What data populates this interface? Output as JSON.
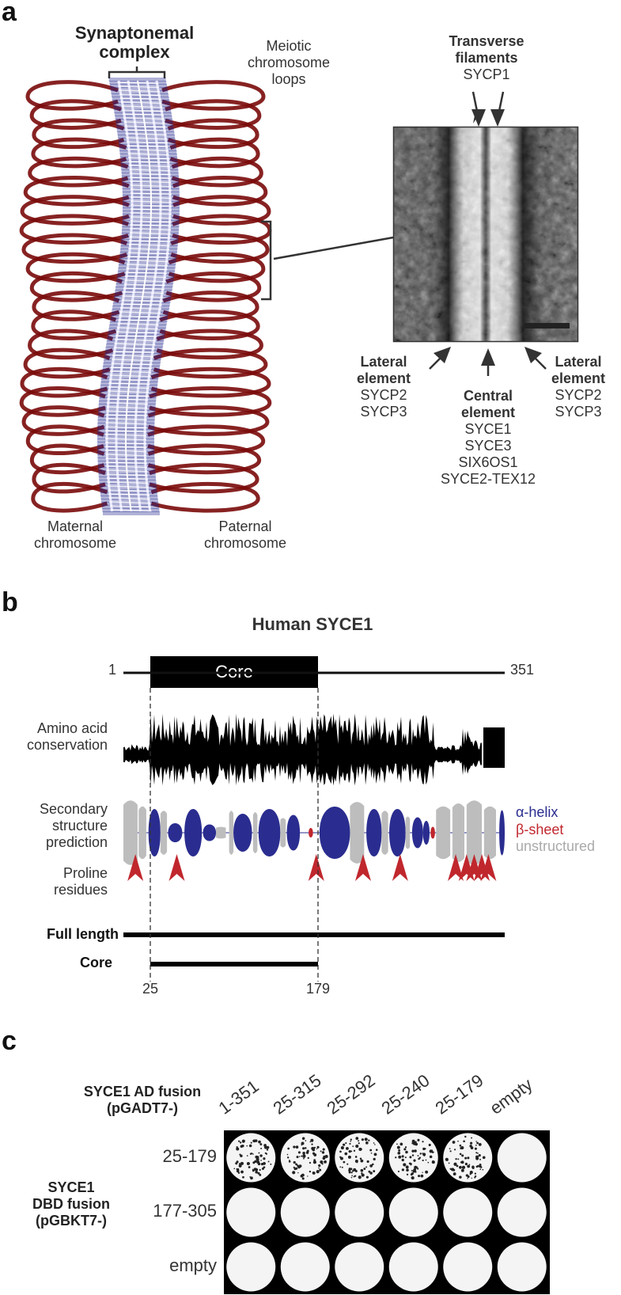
{
  "panel_a": {
    "letter": "a",
    "synaptonemal_title_1": "Synaptonemal",
    "synaptonemal_title_2": "complex",
    "loops_1": "Meiotic",
    "loops_2": "chromosome",
    "loops_3": "loops",
    "maternal_1": "Maternal",
    "maternal_2": "chromosome",
    "paternal_1": "Paternal",
    "paternal_2": "chromosome",
    "tf_1": "Transverse",
    "tf_2": "filaments",
    "tf_3": "SYCP1",
    "lateral_left_1": "Lateral",
    "lateral_left_2": "element",
    "lateral_left_3": "SYCP2",
    "lateral_left_4": "SYCP3",
    "central_1": "Central",
    "central_2": "element",
    "central_3": "SYCE1",
    "central_4": "SYCE3",
    "central_5": "SIX6OS1",
    "central_6": "SYCE2-TEX12",
    "lateral_right_1": "Lateral",
    "lateral_right_2": "element",
    "lateral_right_3": "SYCP2",
    "lateral_right_4": "SYCP3",
    "colors": {
      "loops": "#7a0a0a",
      "axis_blue": "#1b1f8a"
    }
  },
  "panel_b": {
    "letter": "b",
    "title": "Human SYCE1",
    "start": "1",
    "end": "351",
    "core_label": "Core",
    "conservation_1": "Amino acid",
    "conservation_2": "conservation",
    "secondary_1": "Secondary",
    "secondary_2": "structure",
    "secondary_3": "prediction",
    "legend_helix": "α-helix",
    "legend_sheet": "β-sheet",
    "legend_unstructured": "unstructured",
    "proline_1": "Proline",
    "proline_2": "residues",
    "full_length": "Full length",
    "core_construct": "Core",
    "tick_25": "25",
    "tick_179": "179",
    "colors": {
      "helix": "#2a2d8f",
      "sheet": "#c0272d",
      "unstructured": "#bdbdbd"
    }
  },
  "panel_c": {
    "letter": "c",
    "ad_1": "SYCE1 AD fusion",
    "ad_2": "(pGADT7-)",
    "dbd_1": "SYCE1",
    "dbd_2": "DBD fusion",
    "dbd_3": "(pGBKT7-)",
    "columns": [
      "1-351",
      "25-315",
      "25-292",
      "25-240",
      "25-179",
      "empty"
    ],
    "rows": [
      "25-179",
      "177-305",
      "empty"
    ],
    "growth": [
      [
        true,
        true,
        true,
        true,
        true,
        false
      ],
      [
        false,
        false,
        false,
        false,
        false,
        false
      ],
      [
        false,
        false,
        false,
        false,
        false,
        false
      ]
    ]
  }
}
